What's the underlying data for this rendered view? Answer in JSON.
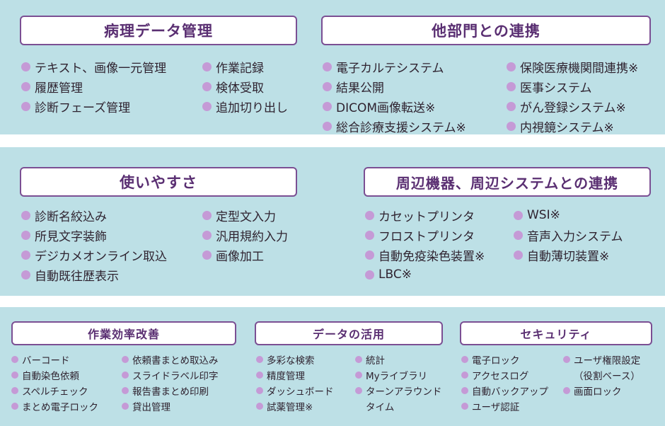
{
  "sections": {
    "pathology": {
      "title": "病理データ管理",
      "col1": [
        "テキスト、画像一元管理",
        "履歴管理",
        "診断フェーズ管理"
      ],
      "col2": [
        "作業記録",
        "検体受取",
        "追加切り出し"
      ]
    },
    "integration": {
      "title": "他部門との連携",
      "col1": [
        "電子カルテシステム",
        "結果公開",
        "DICOM画像転送※",
        "総合診療支援システム※"
      ],
      "col2": [
        "保険医療機関間連携※",
        "医事システム",
        "がん登録システム※",
        "内視鏡システム※"
      ]
    },
    "usability": {
      "title": "使いやすさ",
      "col1": [
        "診断名絞込み",
        "所見文字装飾",
        "デジカメオンライン取込",
        "自動既往歴表示"
      ],
      "col2": [
        "定型文入力",
        "汎用規約入力",
        "画像加工"
      ]
    },
    "devices": {
      "title": "周辺機器、周辺システムとの連携",
      "col1": [
        "カセットプリンタ",
        "フロストプリンタ",
        "自動免疫染色装置※",
        "LBC※"
      ],
      "col2": [
        "WSI※",
        "音声入力システム",
        "自動薄切装置※"
      ]
    },
    "efficiency": {
      "title": "作業効率改善",
      "col1": [
        "バーコード",
        "自動染色依頼",
        "スペルチェック",
        "まとめ電子ロック"
      ],
      "col2": [
        "依頼書まとめ取込み",
        "スライドラベル印字",
        "報告書まとめ印刷",
        "貸出管理"
      ]
    },
    "data_use": {
      "title": "データの活用",
      "col1": [
        "多彩な検索",
        "精度管理",
        "ダッシュボード",
        "試薬管理※"
      ],
      "col2": [
        "統計",
        "Myライブラリ",
        "ターンアラウンド"
      ],
      "col2_cont": "タイム"
    },
    "security": {
      "title": "セキュリティ",
      "col1": [
        "電子ロック",
        "アクセスログ",
        "自動バックアップ",
        "ユーザ認証"
      ],
      "col2": [
        "ユーザ権限設定"
      ],
      "col2_cont": "（役割ベース）",
      "col2_b": [
        "画面ロック"
      ]
    }
  }
}
